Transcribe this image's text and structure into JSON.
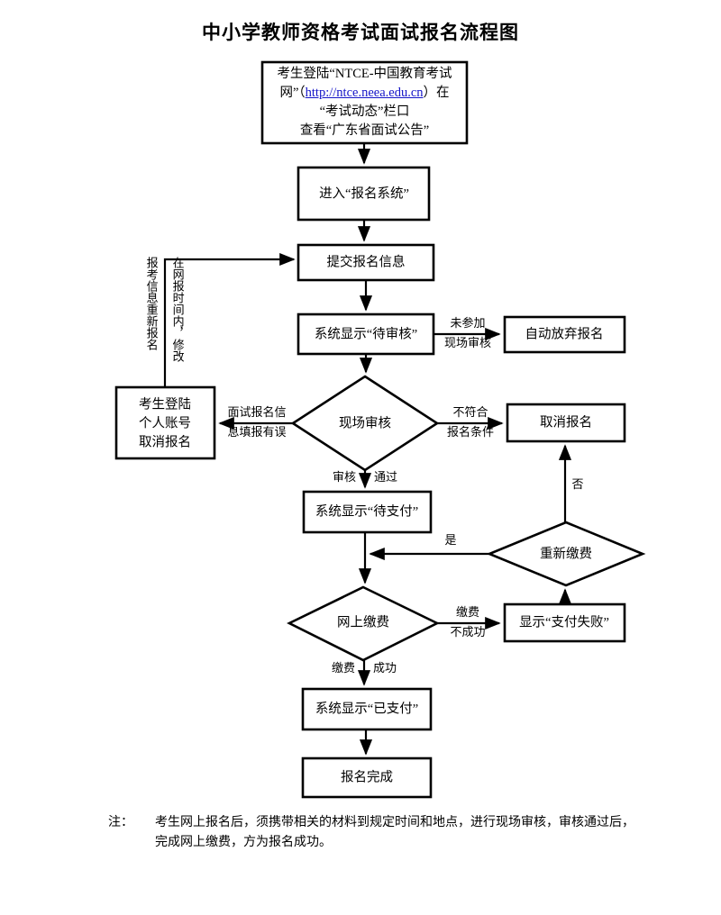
{
  "title": "中小学教师资格考试面试报名流程图",
  "nodes": {
    "start": {
      "line1": "考生登陆“NTCE-中国教育考试",
      "line2_pre": "网”（",
      "line2_link": "http://ntce.neea.edu.cn",
      "line2_post": "）在",
      "line3": "“考试动态”栏口",
      "line4": "查看“广东省面试公告”"
    },
    "enter_system": "进入“报名系统”",
    "submit_info": "提交报名信息",
    "pending_review": "系统显示“待审核”",
    "auto_abandon": "自动放弃报名",
    "onsite_review": "现场审核",
    "cancel_by_user": {
      "line1": "考生登陆",
      "line2": "个人账号",
      "line3": "取消报名"
    },
    "cancel_registration": "取消报名",
    "pending_payment": "系统显示“待支付”",
    "repay": "重新缴费",
    "online_payment": "网上缴费",
    "payment_failed": "显示“支付失败”",
    "paid": "系统显示“已支付”",
    "done": "报名完成"
  },
  "edge_labels": {
    "not_attend_1": "未参加",
    "not_attend_2": "现场审核",
    "not_qualified_1": "不符合",
    "not_qualified_2": "报名条件",
    "wrong_info_1": "面试报名信",
    "wrong_info_2": "息填报有误",
    "review_passed_a": "审核",
    "review_passed_b": "通过",
    "yes": "是",
    "no": "否",
    "pay_fail_1": "缴费",
    "pay_fail_2": "不成功",
    "pay_ok_a": "缴费",
    "pay_ok_b": "成功",
    "vertical_left_inner": "在网报时间内，修改",
    "vertical_left_outer": "报考信息重新报名"
  },
  "footnote": {
    "label": "注：",
    "line1": "考生网上报名后，须携带相关的材料到规定时间和地点，进行现场审核，审核通过后，",
    "line2": "完成网上缴费，方为报名成功。"
  },
  "colors": {
    "stroke": "#000000",
    "fill": "#ffffff",
    "link": "#1414c8"
  }
}
